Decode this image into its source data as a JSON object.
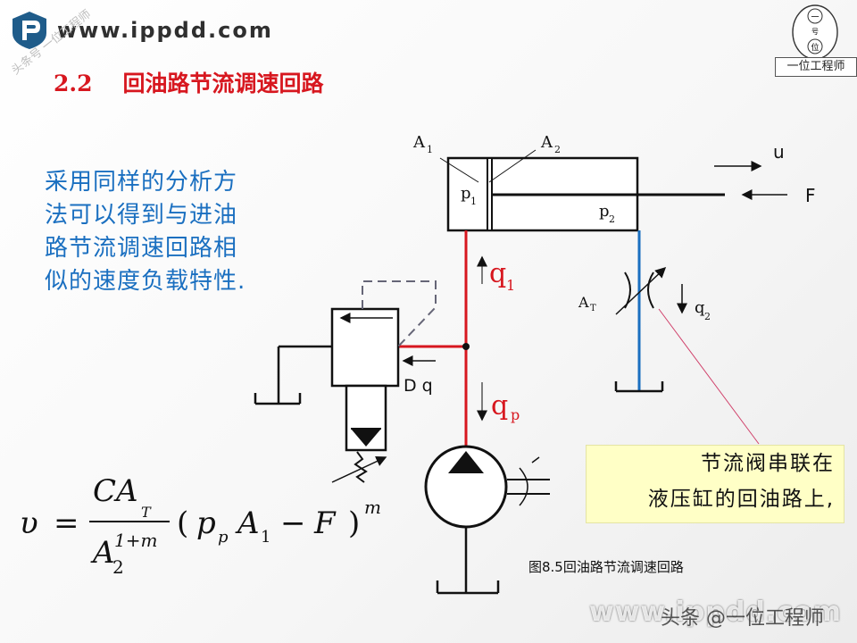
{
  "header": {
    "site_url": "www.ippdd.com",
    "watermark": "头条号 一位工程师",
    "logo_caption": "一位工程师",
    "logo_chars": [
      "一",
      "号",
      "位"
    ]
  },
  "title": {
    "number": "2.2",
    "text": "回油路节流调速回路"
  },
  "description": [
    "采用同样的分析方",
    "法可以得到与进油",
    "路节流调速回路相",
    "似的速度负载特性."
  ],
  "labels": {
    "A1": "A",
    "A1_sub": "1",
    "A2": "A",
    "A2_sub": "2",
    "p1": "p",
    "p1_sub": "1",
    "p2": "p",
    "p2_sub": "2",
    "u": "u",
    "F": "F",
    "q1": "q",
    "q1_sub": "1",
    "AT": "A",
    "AT_sub": "T",
    "q2": "q",
    "q2_sub": "2",
    "dq": "D q",
    "qp": "q",
    "qp_sub": "p"
  },
  "formula": {
    "lhs": "υ",
    "eq": "=",
    "num": "CA",
    "num_sub": "T",
    "den": "A",
    "den_sub": "2",
    "den_sup": "1+m",
    "rhs_open": "(",
    "rhs_p": "p",
    "rhs_p_sub": "p",
    "rhs_A": "A",
    "rhs_A_sub": "1",
    "rhs_minus": "−",
    "rhs_F": "F",
    "rhs_close": ")",
    "rhs_sup": "m"
  },
  "note": [
    "节流阀串联在",
    "液压缸的回油路上,"
  ],
  "caption": "图8.5回油路节流调速回路",
  "footer": "www.ippdd.com",
  "footer_overlay": "头条 @一位工程师",
  "colors": {
    "title": "#d7171f",
    "desc": "#1a6fc0",
    "pressure_line": "#d7171f",
    "return_line": "#1a6fc0",
    "note_bg": "#ffffc6"
  }
}
